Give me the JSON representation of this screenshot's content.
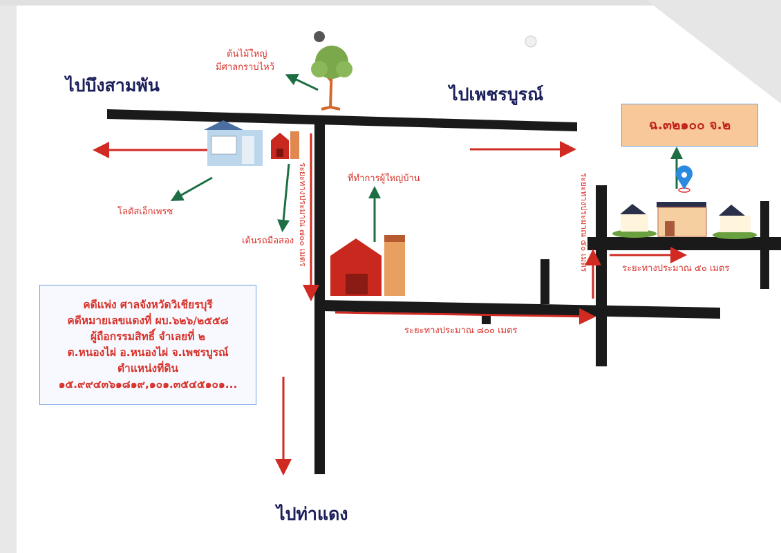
{
  "directions": {
    "west": "ไปบึงสามพัน",
    "east": "ไปเพชรบูรณ์",
    "south": "ไปท่าแดง"
  },
  "landmarks": {
    "tree": [
      "ต้นไม้ใหญ่",
      "มีศาลกราบไหว้"
    ],
    "store": "โลตัสเอ็กเพรซ",
    "car_lot": "เต้นรถมือสอง",
    "headman_office": "ที่ทำการผู้ใหญ่บ้าน"
  },
  "distances": {
    "north_south_road": "ระยะทางประมาณ ๗๐๐ เมตร",
    "east_road": "ระยะทางประมาณ ๘๐๐ เมตร",
    "side_road_vertical": "ระยะทางประมาณ ๕๐ เมตร",
    "side_road_horizontal": "ระยะทางประมาณ ๕๐ เมตร"
  },
  "property_code": "ฉ.๓๒๑๐๐ จ.๒",
  "case_info": [
    "คดีแพ่ง ศาลจังหวัดวิเชียรบุรี",
    "คดีหมายเลขแดงที่ ผบ.๖๒๖/๒๕๕๘",
    "ผู้ถือกรรมสิทธิ์ จำเลยที่ ๒",
    "ต.หนองไผ่ อ.หนองไผ่ จ.เพชรบูรณ์",
    "ตำแหน่งที่ดิน",
    "๑๕.๙๙๔๓๖๑๘๑๙,๑๐๑.๓๕๔๕๑๐๑..."
  ],
  "colors": {
    "road": "#1a1a1a",
    "arrow_red": "#d02a22",
    "arrow_green": "#1d6e45",
    "text_red": "#d8322a",
    "label_navy": "#1b1f5a",
    "pin_blue": "#2a8ae0"
  }
}
